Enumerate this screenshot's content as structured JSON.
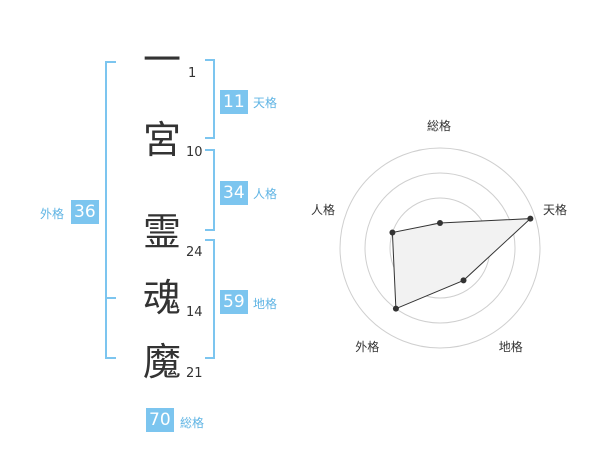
{
  "colors": {
    "accent": "#7cc5ef",
    "label_accent": "#5fb4e4",
    "text": "#333333",
    "grid": "#cfcfcf"
  },
  "characters": [
    {
      "char": "一",
      "strokes": "1"
    },
    {
      "char": "宮",
      "strokes": "10"
    },
    {
      "char": "霊",
      "strokes": "24"
    },
    {
      "char": "魂",
      "strokes": "14"
    },
    {
      "char": "魔",
      "strokes": "21"
    }
  ],
  "fortunes": {
    "tenkaku": {
      "label": "天格",
      "value": "11"
    },
    "jinkaku": {
      "label": "人格",
      "value": "34"
    },
    "chikaku": {
      "label": "地格",
      "value": "59"
    },
    "gaikaku": {
      "label": "外格",
      "value": "36"
    },
    "soukaku": {
      "label": "総格",
      "value": "70"
    }
  },
  "chart_data": {
    "type": "radar",
    "axes": [
      "総格",
      "天格",
      "地格",
      "外格",
      "人格"
    ],
    "values": [
      0.25,
      0.95,
      0.4,
      0.75,
      0.5
    ],
    "range": [
      0,
      1
    ],
    "rings": 4
  }
}
